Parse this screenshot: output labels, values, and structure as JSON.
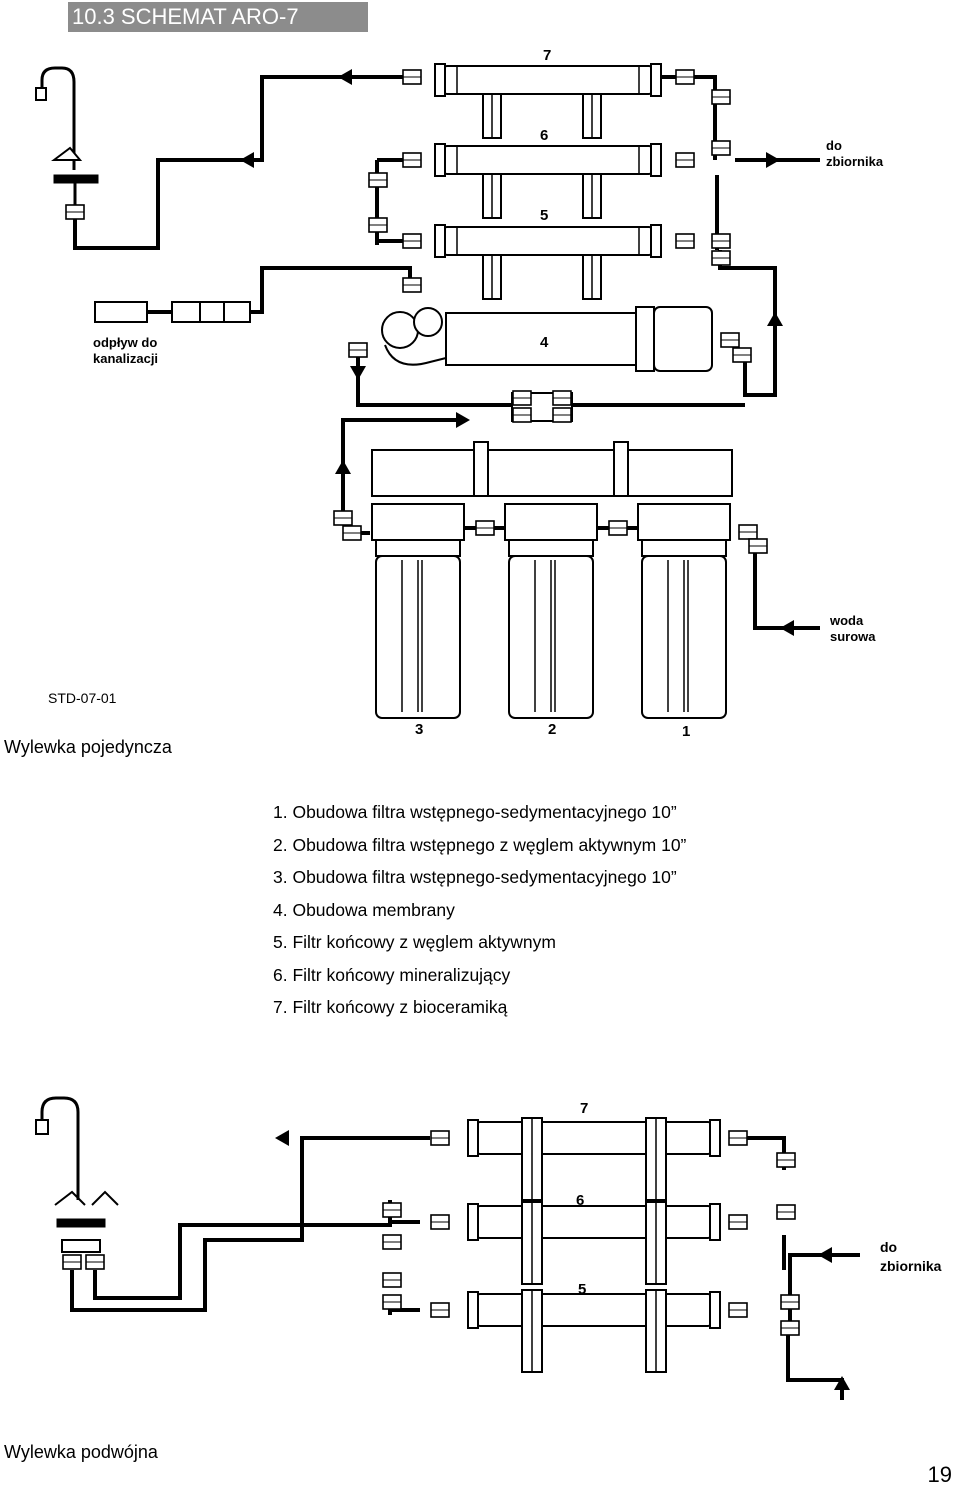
{
  "header": {
    "title": "10.3  SCHEMAT ARO-7"
  },
  "diagram1": {
    "labels": {
      "filter7": "7",
      "filter6": "6",
      "filter5": "5",
      "membrane4": "4",
      "housing3": "3",
      "housing2": "2",
      "housing1": "1",
      "to_tank_line1": "do",
      "to_tank_line2": "zbiornika",
      "drain_line1": "odpływ do",
      "drain_line2": "kanalizacji",
      "raw_water_line1": "woda",
      "raw_water_line2": "surowa",
      "code": "STD-07-01"
    },
    "caption": "Wylewka pojedyncza"
  },
  "legend": [
    "1. Obudowa filtra wstępnego-sedymentacyjnego 10”",
    "2. Obudowa filtra wstępnego z węglem aktywnym 10”",
    "3. Obudowa filtra wstępnego-sedymentacyjnego 10”",
    "4. Obudowa membrany",
    "5. Filtr końcowy z węglem aktywnym",
    "6. Filtr końcowy mineralizujący",
    "7. Filtr końcowy z bioceramiką"
  ],
  "diagram2": {
    "labels": {
      "filter7": "7",
      "filter6": "6",
      "filter5": "5",
      "to_tank_line1": "do",
      "to_tank_line2": "zbiornika"
    },
    "caption": "Wylewka podwójna"
  },
  "page_number": "19"
}
